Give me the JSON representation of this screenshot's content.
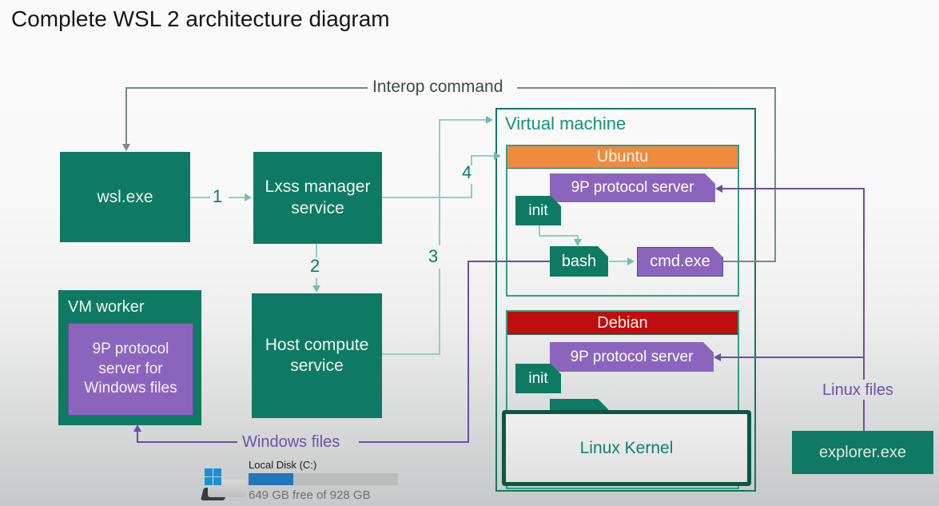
{
  "title": "Complete WSL 2 architecture diagram",
  "labels": {
    "interop": "Interop command",
    "windows_files": "Windows files",
    "linux_files": "Linux files",
    "virtual_machine": "Virtual machine"
  },
  "steps": {
    "s1": "1",
    "s2": "2",
    "s3": "3",
    "s4": "4"
  },
  "boxes": {
    "wsl": "wsl.exe",
    "lxss": "Lxss manager service",
    "host_compute": "Host compute service",
    "vm_worker": "VM worker",
    "p9_windows": "9P protocol server for Windows files",
    "linux_kernel": "Linux Kernel",
    "explorer": "explorer.exe"
  },
  "ubuntu": {
    "name": "Ubuntu",
    "p9": "9P protocol server",
    "init": "init",
    "bash": "bash",
    "cmd": "cmd.exe"
  },
  "debian": {
    "name": "Debian",
    "p9": "9P protocol server",
    "init": "init"
  },
  "disk": {
    "name": "Local Disk (C:)",
    "free_text": "649 GB free of 928 GB",
    "used_percent": 30
  },
  "colors": {
    "box_teal": "#0e7a63",
    "tag_purple": "#8b65bd",
    "ubuntu_orange": "#ef8b3f",
    "debian_red": "#c00d0d",
    "line_teal": "#8ed0c2",
    "line_gray": "#7b8a86",
    "line_purple": "#6b4fa0",
    "disk_bar_blue": "#2177be"
  }
}
